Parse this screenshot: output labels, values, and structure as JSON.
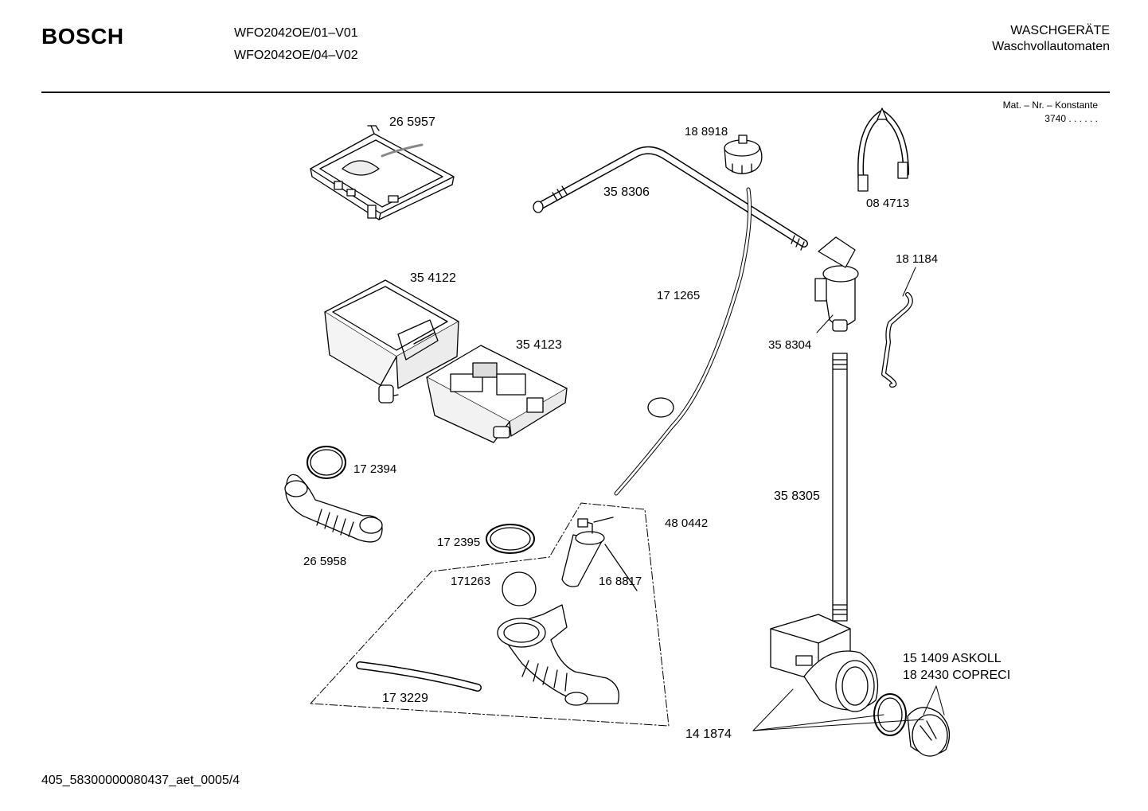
{
  "header": {
    "brand": "BOSCH",
    "models": [
      "WFO2042OE/01–V01",
      "WFO2042OE/04–V02"
    ],
    "category": "WASCHGERÄTE",
    "subcategory": "Waschvollautomaten"
  },
  "mat_note": {
    "label": "Mat. – Nr. – Konstante",
    "value": "3740  .  .  .  .  .  ."
  },
  "parts": {
    "p265957": "26 5957",
    "p354122": "35 4122",
    "p354123": "35 4123",
    "p172394": "17 2394",
    "p265958": "26 5958",
    "p172395": "17 2395",
    "p171263": "171263",
    "p173229": "17 3229",
    "p188918": "18 8918",
    "p358306": "35 8306",
    "p171265": "17 1265",
    "p480442": "48 0442",
    "p168817": "16 8817",
    "p084713": "08 4713",
    "p181184": "18 1184",
    "p358304": "35 8304",
    "p358305": "35 8305",
    "p151409": "15 1409  ASKOLL",
    "p182430": "18 2430  COPRECI",
    "p141874": "14 1874"
  },
  "footer": {
    "code": "405_58300000080437_aet_0005/4"
  }
}
